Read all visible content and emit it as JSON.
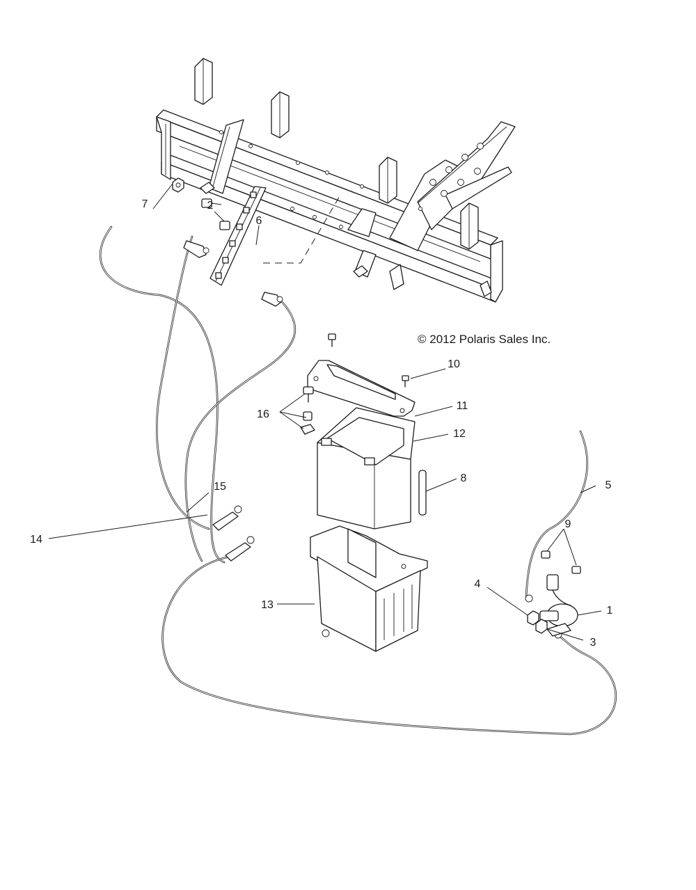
{
  "copyright": "© 2012 Polaris Sales Inc.",
  "callouts": {
    "c1": "1",
    "c2": "2",
    "c3": "3",
    "c4": "4",
    "c5": "5",
    "c6": "6",
    "c7": "7",
    "c8": "8",
    "c9": "9",
    "c10": "10",
    "c11": "11",
    "c12": "12",
    "c13": "13",
    "c14": "14",
    "c15": "15",
    "c16": "16"
  }
}
